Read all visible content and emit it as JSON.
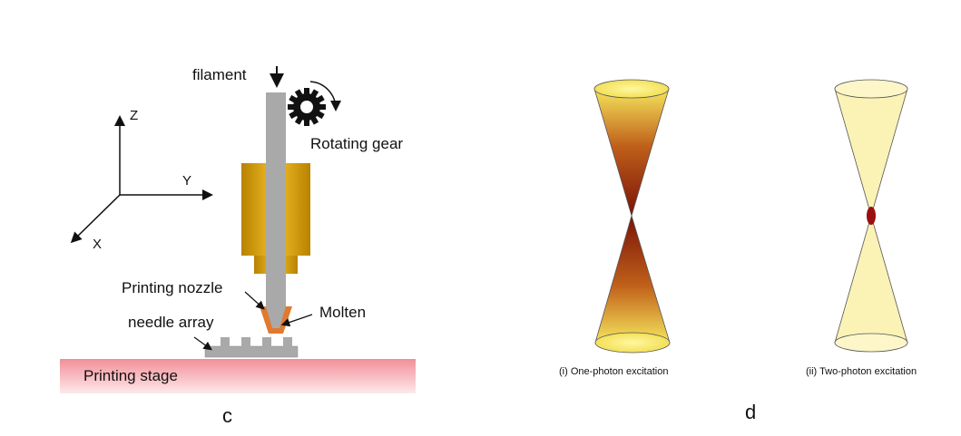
{
  "panel_c": {
    "labels": {
      "filament": "filament",
      "rotating_gear": "Rotating gear",
      "axis_z": "Z",
      "axis_y": "Y",
      "axis_x": "X",
      "printing_nozzle": "Printing nozzle",
      "needle_array": "needle array",
      "molten": "Molten",
      "printing_stage": "Printing stage"
    },
    "panel_letter": "c"
  },
  "panel_d": {
    "captions": {
      "one_photon": "(i) One-photon excitation",
      "two_photon": "(ii) Two-photon excitation"
    },
    "panel_letter": "d"
  },
  "colors": {
    "stage_pink": "#f5a3aa",
    "filament_gray": "#a9a9a9",
    "heater_gold": "#e0a818",
    "molten_orange": "#e07a30",
    "cone_yellow": "#f3e35a",
    "cone_dark": "#8b1a10",
    "cone_pale": "#fbf3b5",
    "focal_red": "#9a1010"
  }
}
